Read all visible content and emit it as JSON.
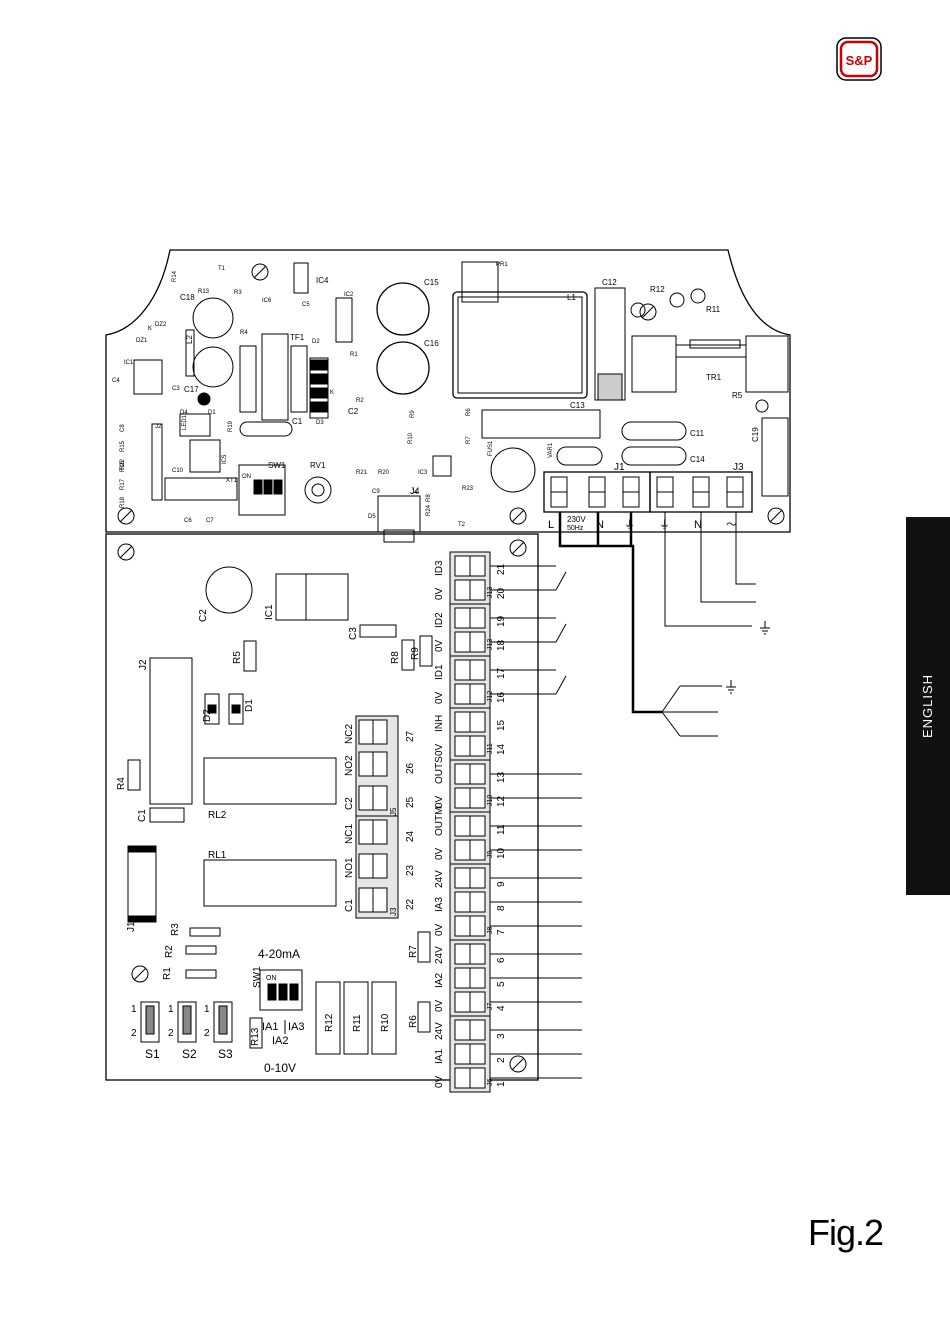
{
  "header": {
    "logo_text": "S&P"
  },
  "side_tab": {
    "label": "ENGLISH",
    "bg": "#111111",
    "fg": "#ffffff"
  },
  "figure": {
    "label": "Fig.2"
  },
  "upper_board": {
    "components": [
      "R14",
      "T1",
      "R13",
      "C18",
      "R3",
      "IC6",
      "R4",
      "IC4",
      "C5",
      "IC2",
      "C15",
      "PR1",
      "L1",
      "C12",
      "R12",
      "R11",
      "K",
      "DZ2",
      "DZ1",
      "IC1",
      "L2",
      "C4",
      "C17",
      "C3",
      "TF1",
      "D2",
      "R1",
      "K",
      "C16",
      "R2",
      "C2",
      "D3",
      "C1",
      "D4",
      "D1",
      "LED1",
      "R19",
      "IC5",
      "R9",
      "R6",
      "R10",
      "R7",
      "C13",
      "TR1",
      "R5",
      "C11",
      "C19",
      "C14",
      "FUS1",
      "VAR1",
      "IC3",
      "R21",
      "R20",
      "C9",
      "R23",
      "J4",
      "R8",
      "R24",
      "T2",
      "D5",
      "SW1",
      "ON",
      "RV1",
      "C6",
      "C7",
      "C8",
      "C10",
      "XT1",
      "J2",
      "R15",
      "R16",
      "R17",
      "R18",
      "R22"
    ],
    "j1_label": "J1",
    "j3_label": "J3",
    "j4_label": "J4",
    "supply_text": "230V",
    "supply_freq": "50Hz",
    "j1_pins": [
      "L",
      "N",
      "⏚"
    ],
    "j3_pins": [
      "⏚",
      "N",
      "〜"
    ]
  },
  "lower_board": {
    "components": [
      "C2",
      "IC1",
      "C3",
      "R5",
      "R8",
      "R9",
      "J2",
      "D2",
      "D1",
      "R4",
      "RL2",
      "RL1",
      "C1",
      "J1",
      "R3",
      "R2",
      "R1",
      "R7",
      "R6",
      "R12",
      "R11",
      "R10",
      "R13"
    ],
    "relay_terminals": [
      {
        "name": "NC2",
        "num": "27"
      },
      {
        "name": "NO2",
        "num": "26"
      },
      {
        "name": "C2",
        "num": "25"
      },
      {
        "name": "NC1",
        "num": "24"
      },
      {
        "name": "NO1",
        "num": "23"
      },
      {
        "name": "C1",
        "num": "22"
      }
    ],
    "relay_connectors": [
      "J5",
      "J3"
    ],
    "terminals": [
      {
        "num": "21",
        "label": "ID3"
      },
      {
        "num": "20",
        "label": "0V"
      },
      {
        "num": "19",
        "label": "ID2"
      },
      {
        "num": "18",
        "label": "0V"
      },
      {
        "num": "17",
        "label": "ID1"
      },
      {
        "num": "16",
        "label": "0V"
      },
      {
        "num": "15",
        "label": "INH"
      },
      {
        "num": "14",
        "label": "0V"
      },
      {
        "num": "13",
        "label": "OUTS"
      },
      {
        "num": "12",
        "label": "0V"
      },
      {
        "num": "11",
        "label": "OUTM"
      },
      {
        "num": "10",
        "label": "0V"
      },
      {
        "num": "9",
        "label": "24V"
      },
      {
        "num": "8",
        "label": "IA3"
      },
      {
        "num": "7",
        "label": "0V"
      },
      {
        "num": "6",
        "label": "24V"
      },
      {
        "num": "5",
        "label": "IA2"
      },
      {
        "num": "4",
        "label": "0V"
      },
      {
        "num": "3",
        "label": "24V"
      },
      {
        "num": "2",
        "label": "IA1"
      },
      {
        "num": "1",
        "label": "0V"
      }
    ],
    "connector_ids": [
      "J13",
      "J13",
      "J12",
      "J11",
      "J10",
      "J9",
      "J8",
      "J7",
      "J6"
    ],
    "sw1": {
      "title": "4-20mA",
      "name": "SW1",
      "on": "ON",
      "bottom": "0-10V",
      "labels": [
        "IA1",
        "IA3",
        "IA2"
      ]
    },
    "jumpers": [
      {
        "name": "S1",
        "p1": "1",
        "p2": "2"
      },
      {
        "name": "S2",
        "p1": "1",
        "p2": "2"
      },
      {
        "name": "S3",
        "p1": "1",
        "p2": "2"
      }
    ]
  }
}
